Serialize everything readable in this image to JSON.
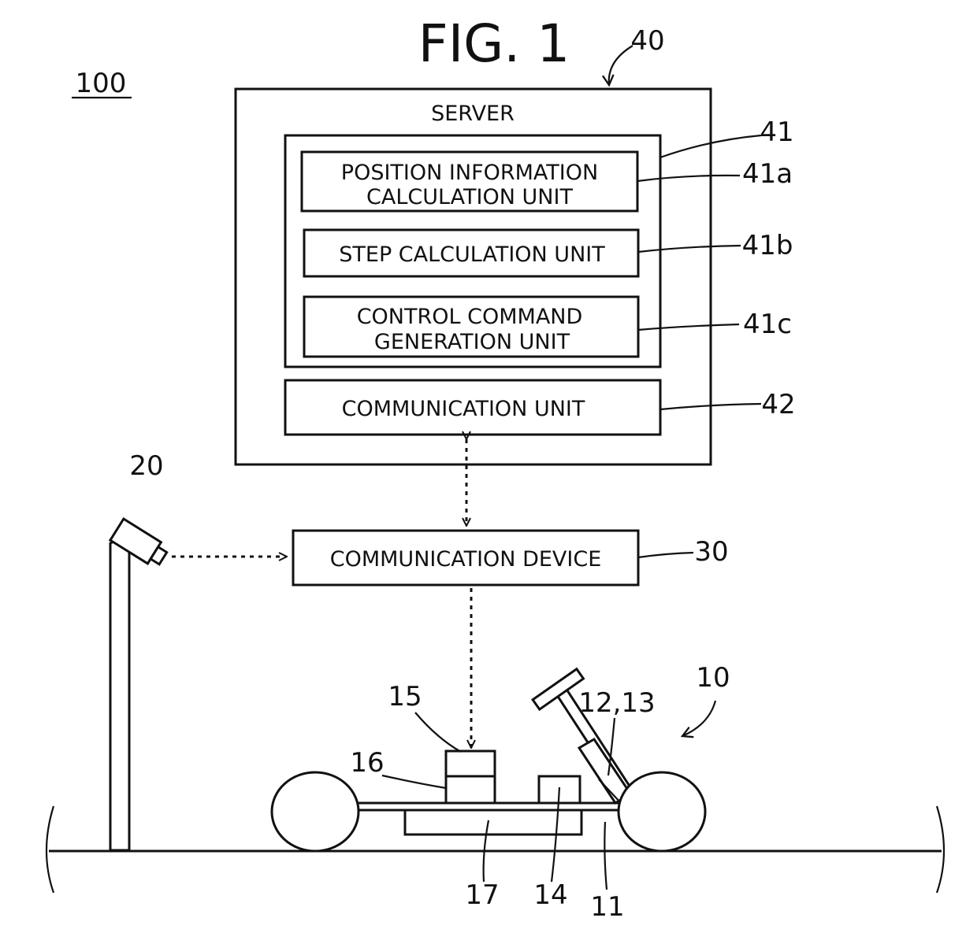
{
  "figure": {
    "title": "FIG. 1",
    "system_ref": "100",
    "server": {
      "ref": "40",
      "title": "SERVER",
      "processor_ref": "41",
      "position_unit": {
        "ref": "41a",
        "line1": "POSITION INFORMATION",
        "line2": "CALCULATION UNIT"
      },
      "step_unit": {
        "ref": "41b",
        "label": "STEP CALCULATION UNIT"
      },
      "command_unit": {
        "ref": "41c",
        "line1": "CONTROL COMMAND",
        "line2": "GENERATION UNIT"
      },
      "communication_unit": {
        "ref": "42",
        "label": "COMMUNICATION UNIT"
      }
    },
    "communication_device": {
      "ref": "30",
      "label": "COMMUNICATION DEVICE"
    },
    "camera": {
      "ref": "20"
    },
    "vehicle": {
      "ref": "10",
      "chassis_ref": "11",
      "steering_ref": "12,13",
      "box14_ref": "14",
      "unit15_ref": "15",
      "unit16_ref": "16",
      "battery17_ref": "17"
    }
  }
}
